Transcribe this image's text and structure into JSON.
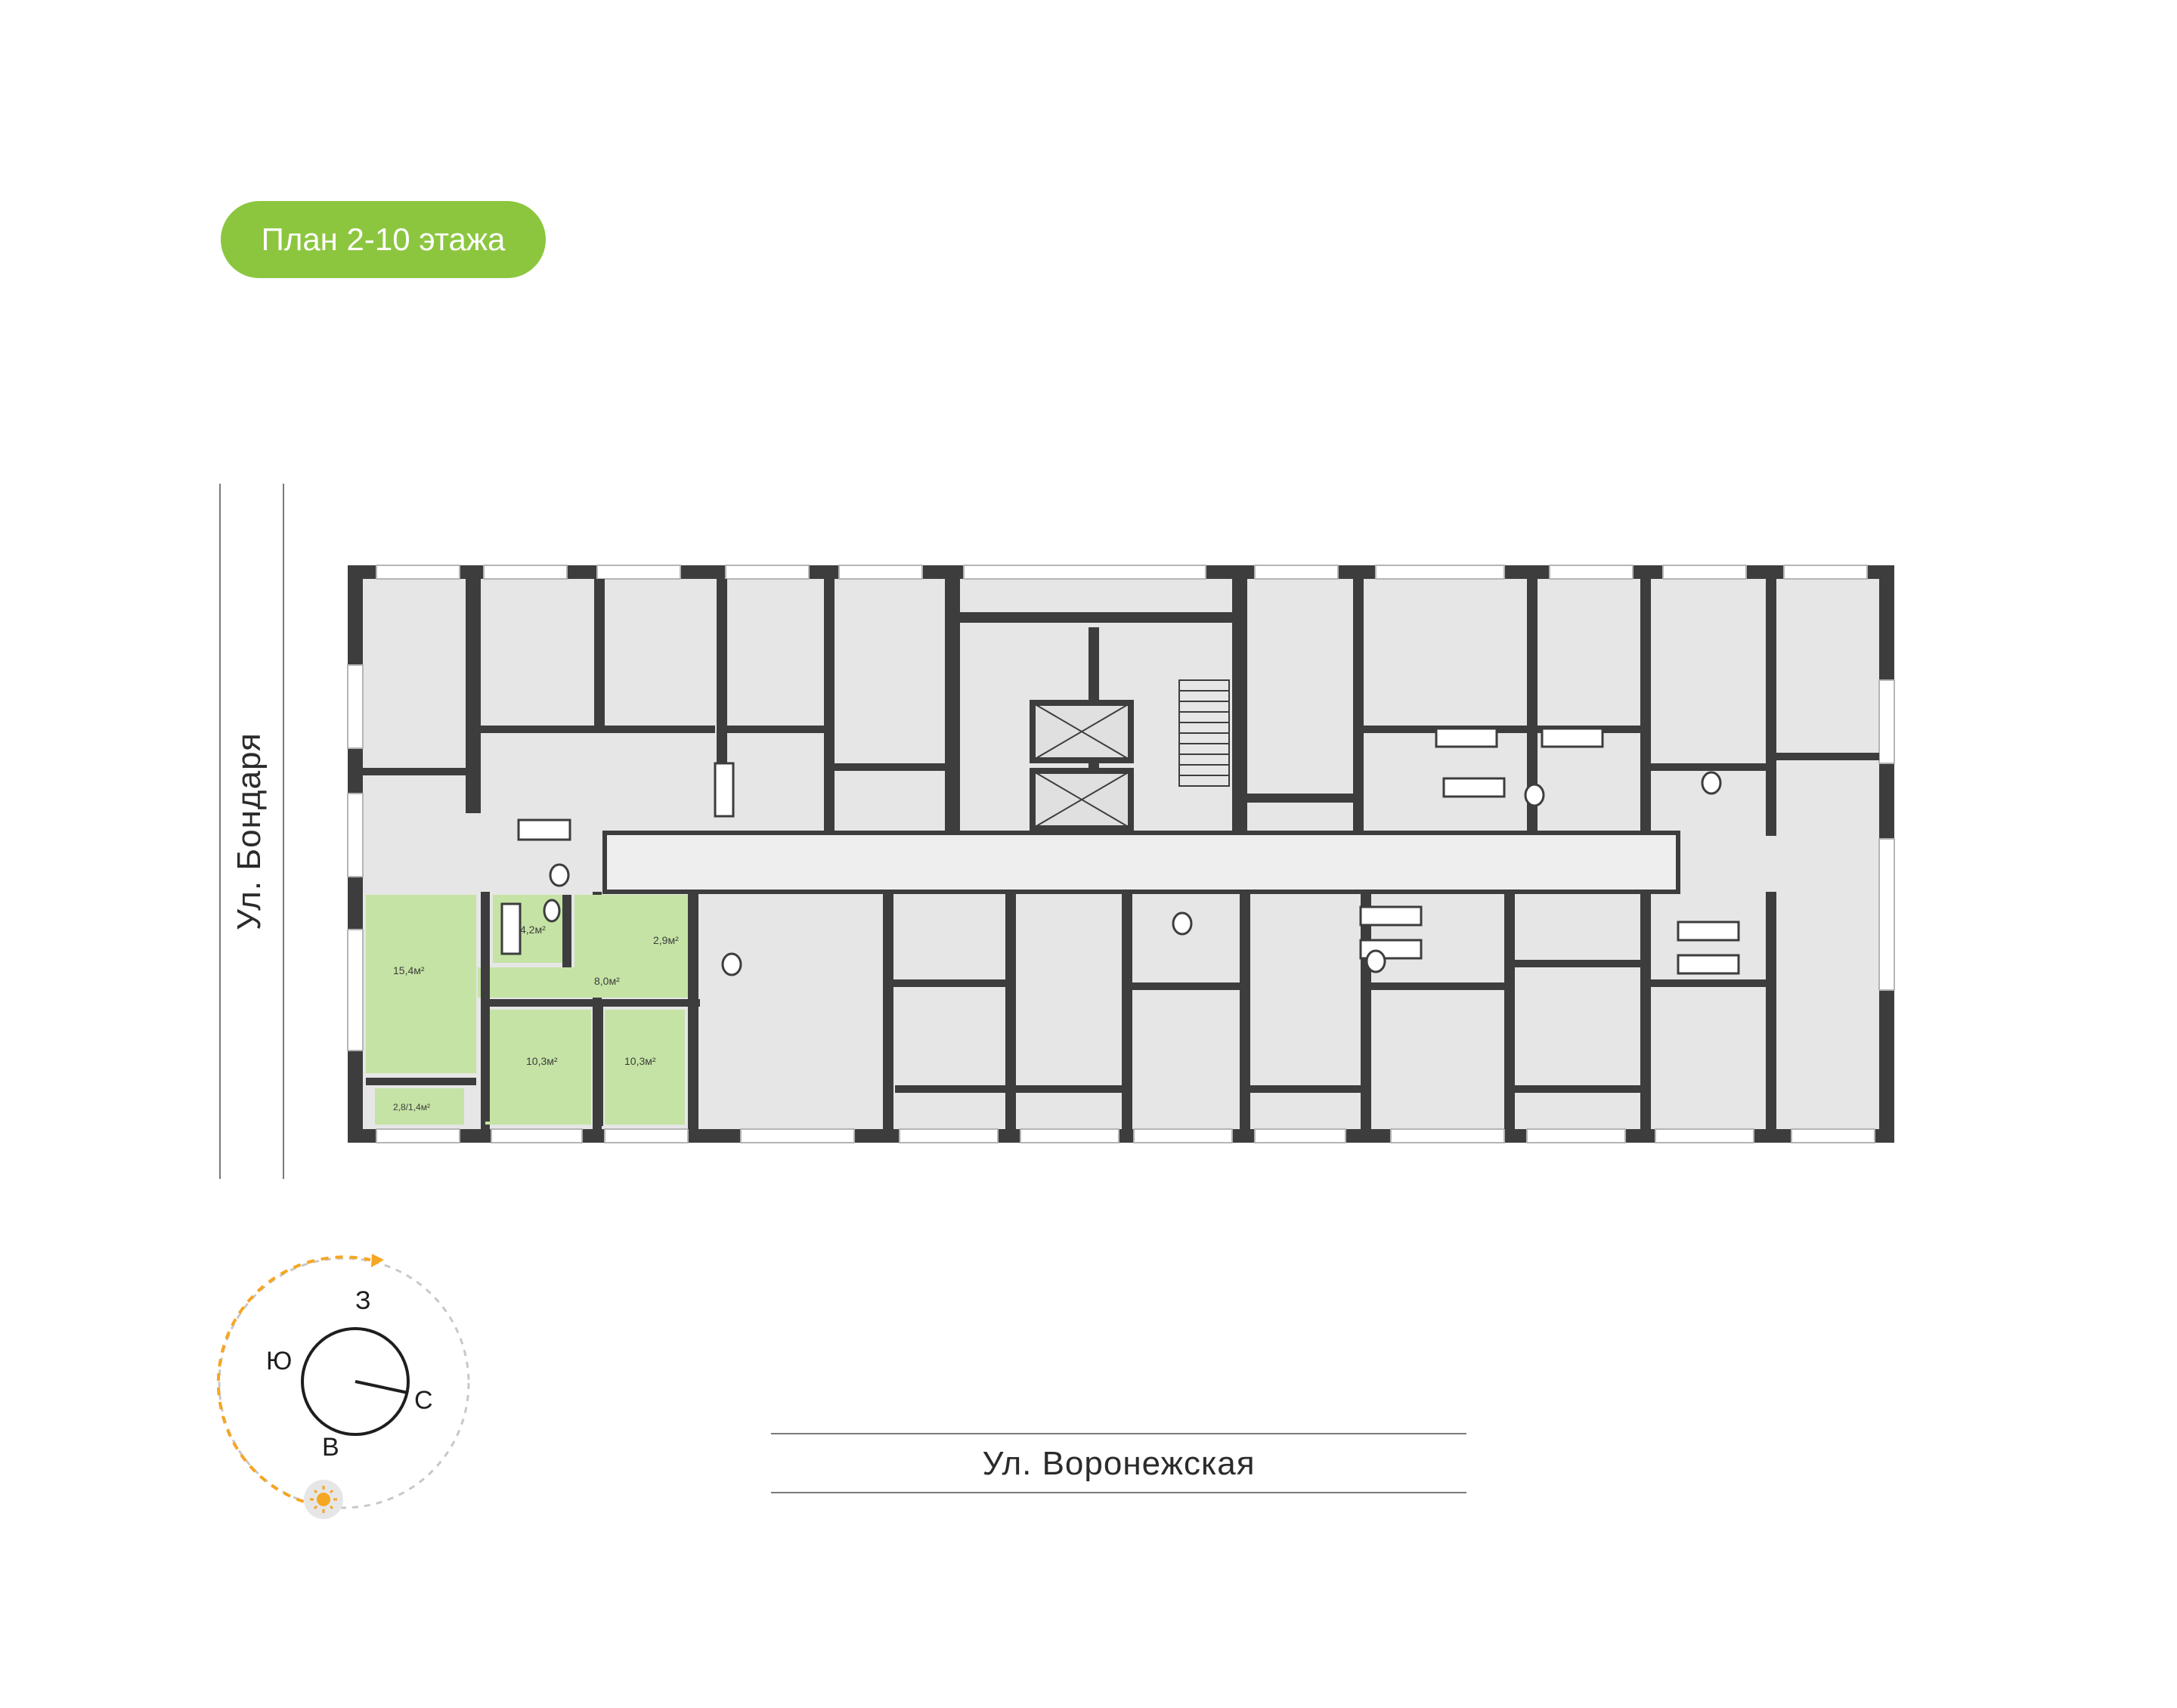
{
  "floor_badge": {
    "label": "План 2-10 этажа",
    "color": "#8cc63f"
  },
  "streets": {
    "vertical": "Ул. Бондаря",
    "horizontal": "Ул. Воронежская"
  },
  "compass": {
    "north": "С",
    "south": "Ю",
    "east": "В",
    "west": "З",
    "sun_icon": "sun-icon",
    "arrow_color": "#f5a623"
  },
  "highlighted_apartment": {
    "color": "#c5e3a4",
    "rooms": {
      "living": "15,4м²",
      "bath": "4,2м²",
      "hall": "8,0м²",
      "wc": "2,9м²",
      "bedroom1": "10,3м²",
      "bedroom2": "10,3м²",
      "balcony": "2,8/1,4м²"
    }
  },
  "plan_colors": {
    "wall": "#3d3d3d",
    "room": "#e5e5e5",
    "corridor": "#ececec"
  }
}
